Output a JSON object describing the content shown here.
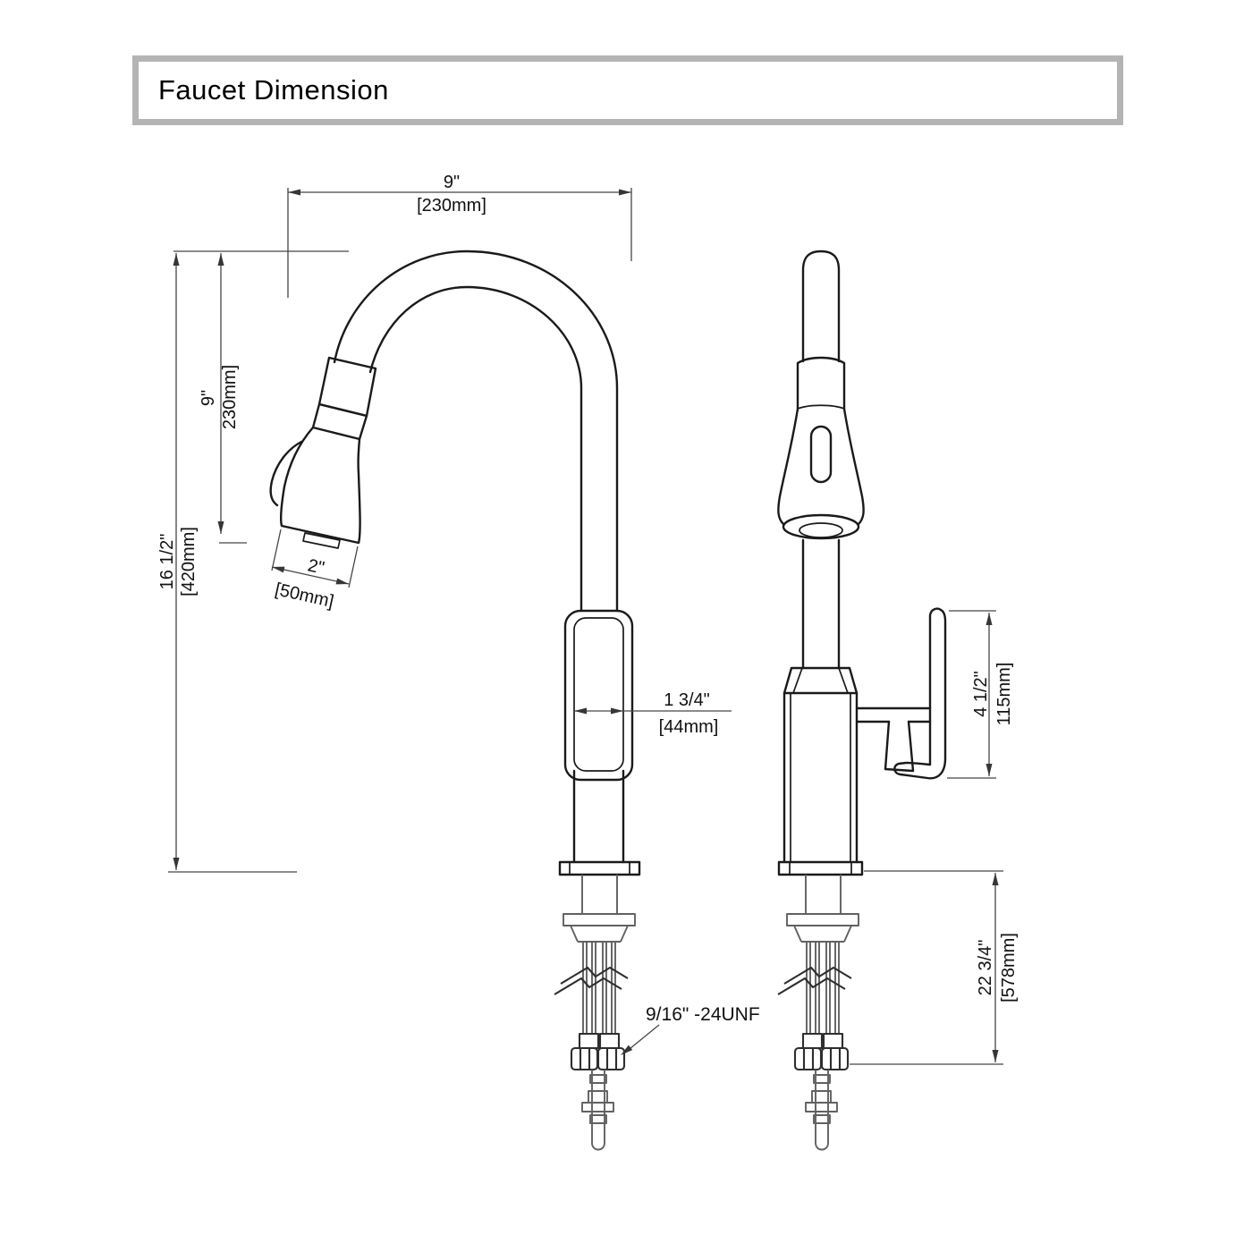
{
  "title": "Faucet Dimension",
  "drawing": {
    "dims": {
      "spout_reach_in": "9\"",
      "spout_reach_mm": "[230mm]",
      "spout_height_in": "9\"",
      "spout_height_mm": "230mm]",
      "overall_height_in": "16 1/2\"",
      "overall_height_mm": "[420mm]",
      "head_width_in": "2\"",
      "head_width_mm": "[50mm]",
      "body_width_in": "1 3/4\"",
      "body_width_mm": "[44mm]",
      "handle_height_in": "4 1/2\"",
      "handle_height_mm": "115mm]",
      "below_counter_in": "22 3/4\"",
      "below_counter_mm": "[578mm]",
      "thread_spec": "9/16\" -24UNF"
    },
    "colors": {
      "outline": "#1a1a1a",
      "dimension_lines": "#464646",
      "below_deck_lines": "#616161",
      "title_border": "#b4b4b4",
      "background": "#ffffff"
    }
  }
}
